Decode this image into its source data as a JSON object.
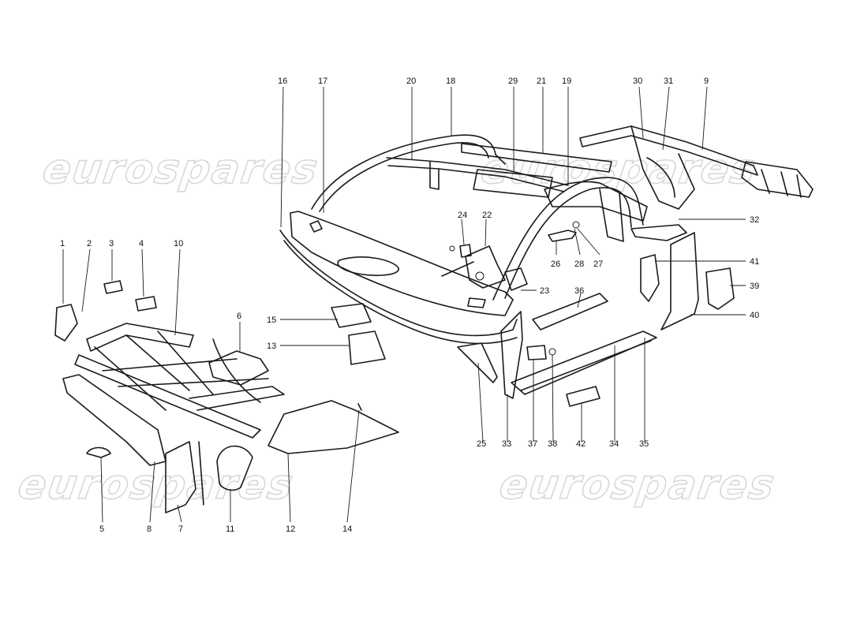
{
  "watermark": [
    "eurospares",
    "eurospares",
    "eurospares",
    "eurospares"
  ],
  "callouts": [
    "1",
    "2",
    "3",
    "4",
    "5",
    "6",
    "7",
    "8",
    "9",
    "10",
    "11",
    "12",
    "13",
    "14",
    "15",
    "16",
    "17",
    "18",
    "19",
    "20",
    "21",
    "22",
    "23",
    "24",
    "25",
    "26",
    "27",
    "28",
    "29",
    "30",
    "31",
    "32",
    "33",
    "34",
    "35",
    "36",
    "37",
    "38",
    "39",
    "40",
    "41",
    "42"
  ]
}
